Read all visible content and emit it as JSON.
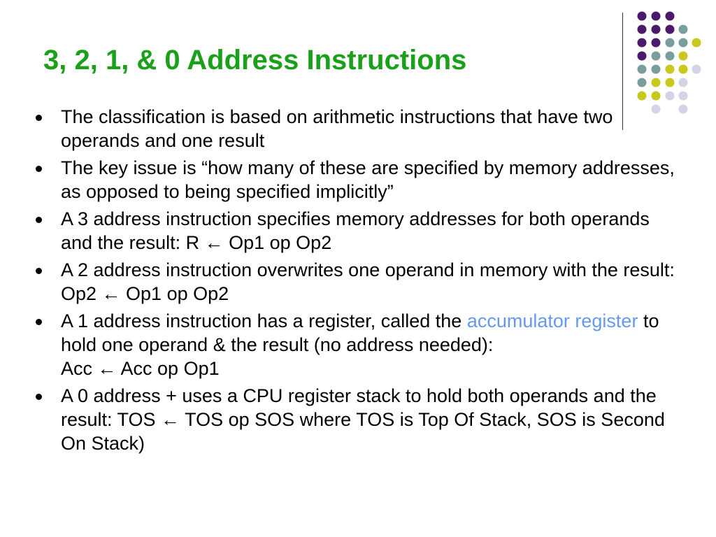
{
  "slide": {
    "title": "3, 2, 1, & 0 Address Instructions",
    "colors": {
      "title": "#1aa01a",
      "text": "#000000",
      "bullet": "#000000",
      "highlight": "#6699ee",
      "divider": "#333333",
      "dot_purple": "#4b1a6b",
      "dot_teal": "#7a9e9e",
      "dot_yellow": "#c8c81e",
      "dot_lavender": "#d4d4e8"
    },
    "bullets": [
      {
        "text": "The classification is based on arithmetic instructions that have two operands and one result"
      },
      {
        "text": "The key issue is “how many of these are specified by memory addresses, as opposed to being specified implicitly”"
      },
      {
        "text": "A 3 address instruction specifies memory addresses for both operands and the result: R ← Op1 op Op2"
      },
      {
        "text": "A 2 address instruction overwrites one operand in memory with the result: Op2 ← Op1 op Op2"
      },
      {
        "before": "A 1 address instruction  has a register, called the ",
        "highlight": "accumulator register",
        "after": " to hold one operand & the result (no address needed):",
        "formula": "Acc ← Acc op Op1"
      },
      {
        "text": "A 0 address + uses a CPU register stack to hold both operands and the result: TOS ← TOS op SOS where TOS is Top Of Stack, SOS is Second On Stack)"
      }
    ]
  }
}
